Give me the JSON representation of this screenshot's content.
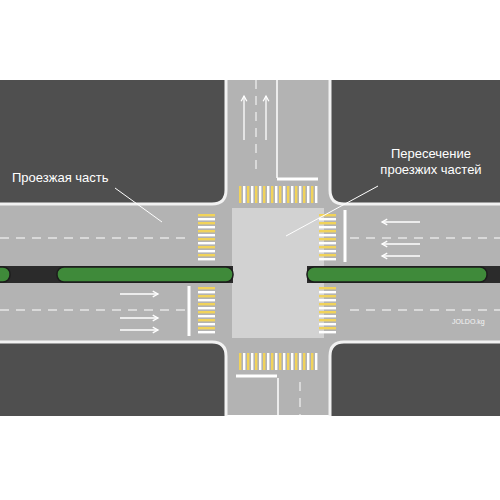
{
  "diagram": {
    "labels": [
      "Проезжая часть",
      "Пересечение проезжих частей",
      "JOLDO.kg"
    ]
  }
}
